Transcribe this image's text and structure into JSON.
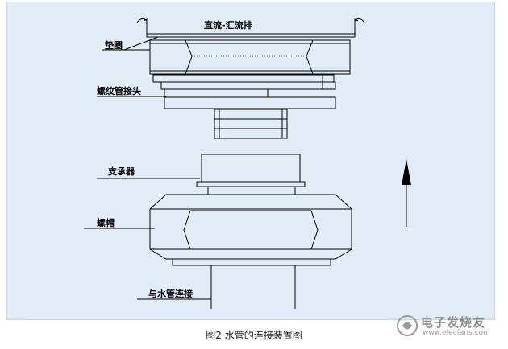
{
  "diagram": {
    "labels": {
      "busbar": "直流-汇流排",
      "gasket": "垫圈",
      "threaded_joint": "螺纹管接头",
      "support": "支承器",
      "nut": "螺帽",
      "pipe_connection": "与水管连接"
    },
    "caption": "图2   水管的连接装置图"
  },
  "watermark": {
    "text": "电子发烧友",
    "url": "www.elecfans.com"
  }
}
